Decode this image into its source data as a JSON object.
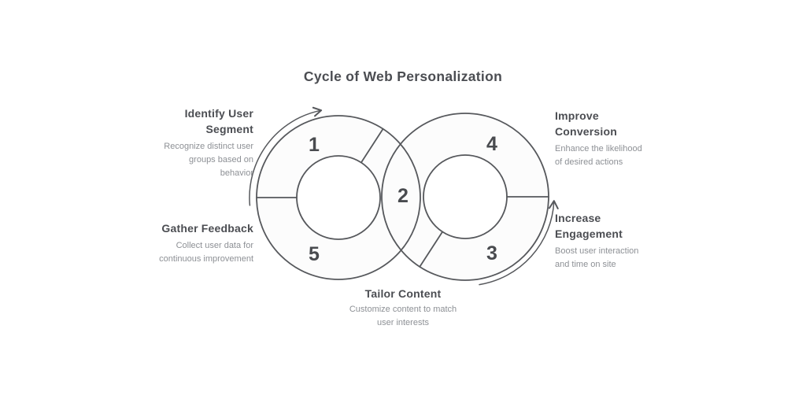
{
  "title": "Cycle of Web Personalization",
  "colors": {
    "background": "#ffffff",
    "stroke": "#56585c",
    "heading_text": "#4b4d52",
    "body_text": "#8d9095",
    "number_text": "#494b4f"
  },
  "steps": [
    {
      "number": "1",
      "title_lines": [
        "Identify User",
        "Segment"
      ],
      "desc_lines": [
        "Recognize distinct user",
        "groups based on",
        "behavior"
      ]
    },
    {
      "number": "2",
      "title_lines": [
        "Tailor Content"
      ],
      "desc_lines": [
        "Customize content to match",
        "user interests"
      ]
    },
    {
      "number": "3",
      "title_lines": [
        "Increase",
        "Engagement"
      ],
      "desc_lines": [
        "Boost user interaction",
        "and time on site"
      ]
    },
    {
      "number": "4",
      "title_lines": [
        "Improve",
        "Conversion"
      ],
      "desc_lines": [
        "Enhance the likelihood",
        "of desired actions"
      ]
    },
    {
      "number": "5",
      "title_lines": [
        "Gather Feedback"
      ],
      "desc_lines": [
        "Collect user data for",
        "continuous improvement"
      ]
    }
  ]
}
